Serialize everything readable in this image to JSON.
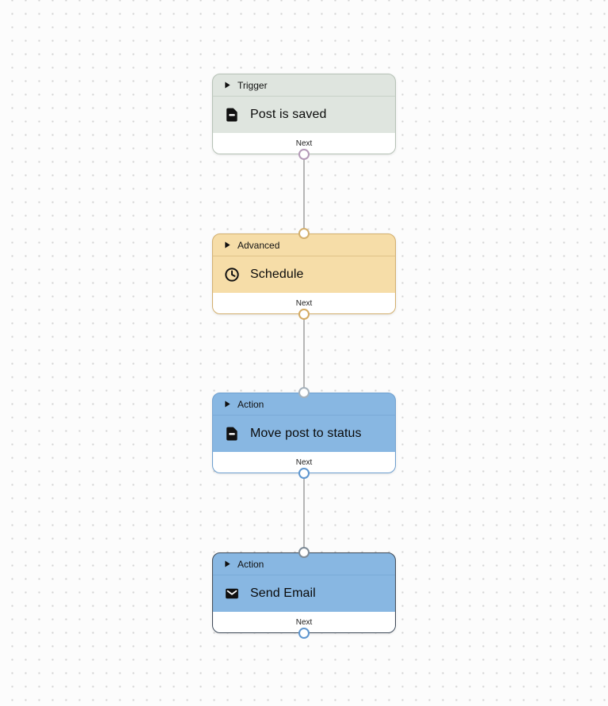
{
  "canvas": {
    "background": "#fcfcfc",
    "dot_color": "#d3d3d3",
    "connector_color": "#b5b5b5"
  },
  "nodes": [
    {
      "category": "Trigger",
      "title": "Post is saved",
      "icon": "document-icon",
      "footer_label": "Next",
      "has_input": false,
      "selected": false,
      "colors": {
        "bg": "#dfe5df",
        "divider": "#c7d1c7",
        "border": "#b6c2b6",
        "port_out": "#b49ab8"
      }
    },
    {
      "category": "Advanced",
      "title": "Schedule",
      "icon": "clock-icon",
      "footer_label": "Next",
      "has_input": true,
      "selected": false,
      "colors": {
        "bg": "#f6dda8",
        "divider": "#dfc288",
        "border": "#d3af6d",
        "port_in": "#d3af6d",
        "port_out": "#d4aa62"
      }
    },
    {
      "category": "Action",
      "title": "Move post to status",
      "icon": "document-icon",
      "footer_label": "Next",
      "has_input": true,
      "selected": false,
      "colors": {
        "bg": "#88b7e2",
        "divider": "#7aaad7",
        "border": "#6d9fcf",
        "port_in": "#a6b2bc",
        "port_out": "#5e96cf"
      }
    },
    {
      "category": "Action",
      "title": "Send Email",
      "icon": "mail-icon",
      "footer_label": "Next",
      "has_input": true,
      "selected": true,
      "colors": {
        "bg": "#88b7e2",
        "divider": "#7aaad7",
        "border": "#3e4957",
        "port_in": "#7e8b97",
        "port_out": "#5e96cf"
      }
    }
  ]
}
